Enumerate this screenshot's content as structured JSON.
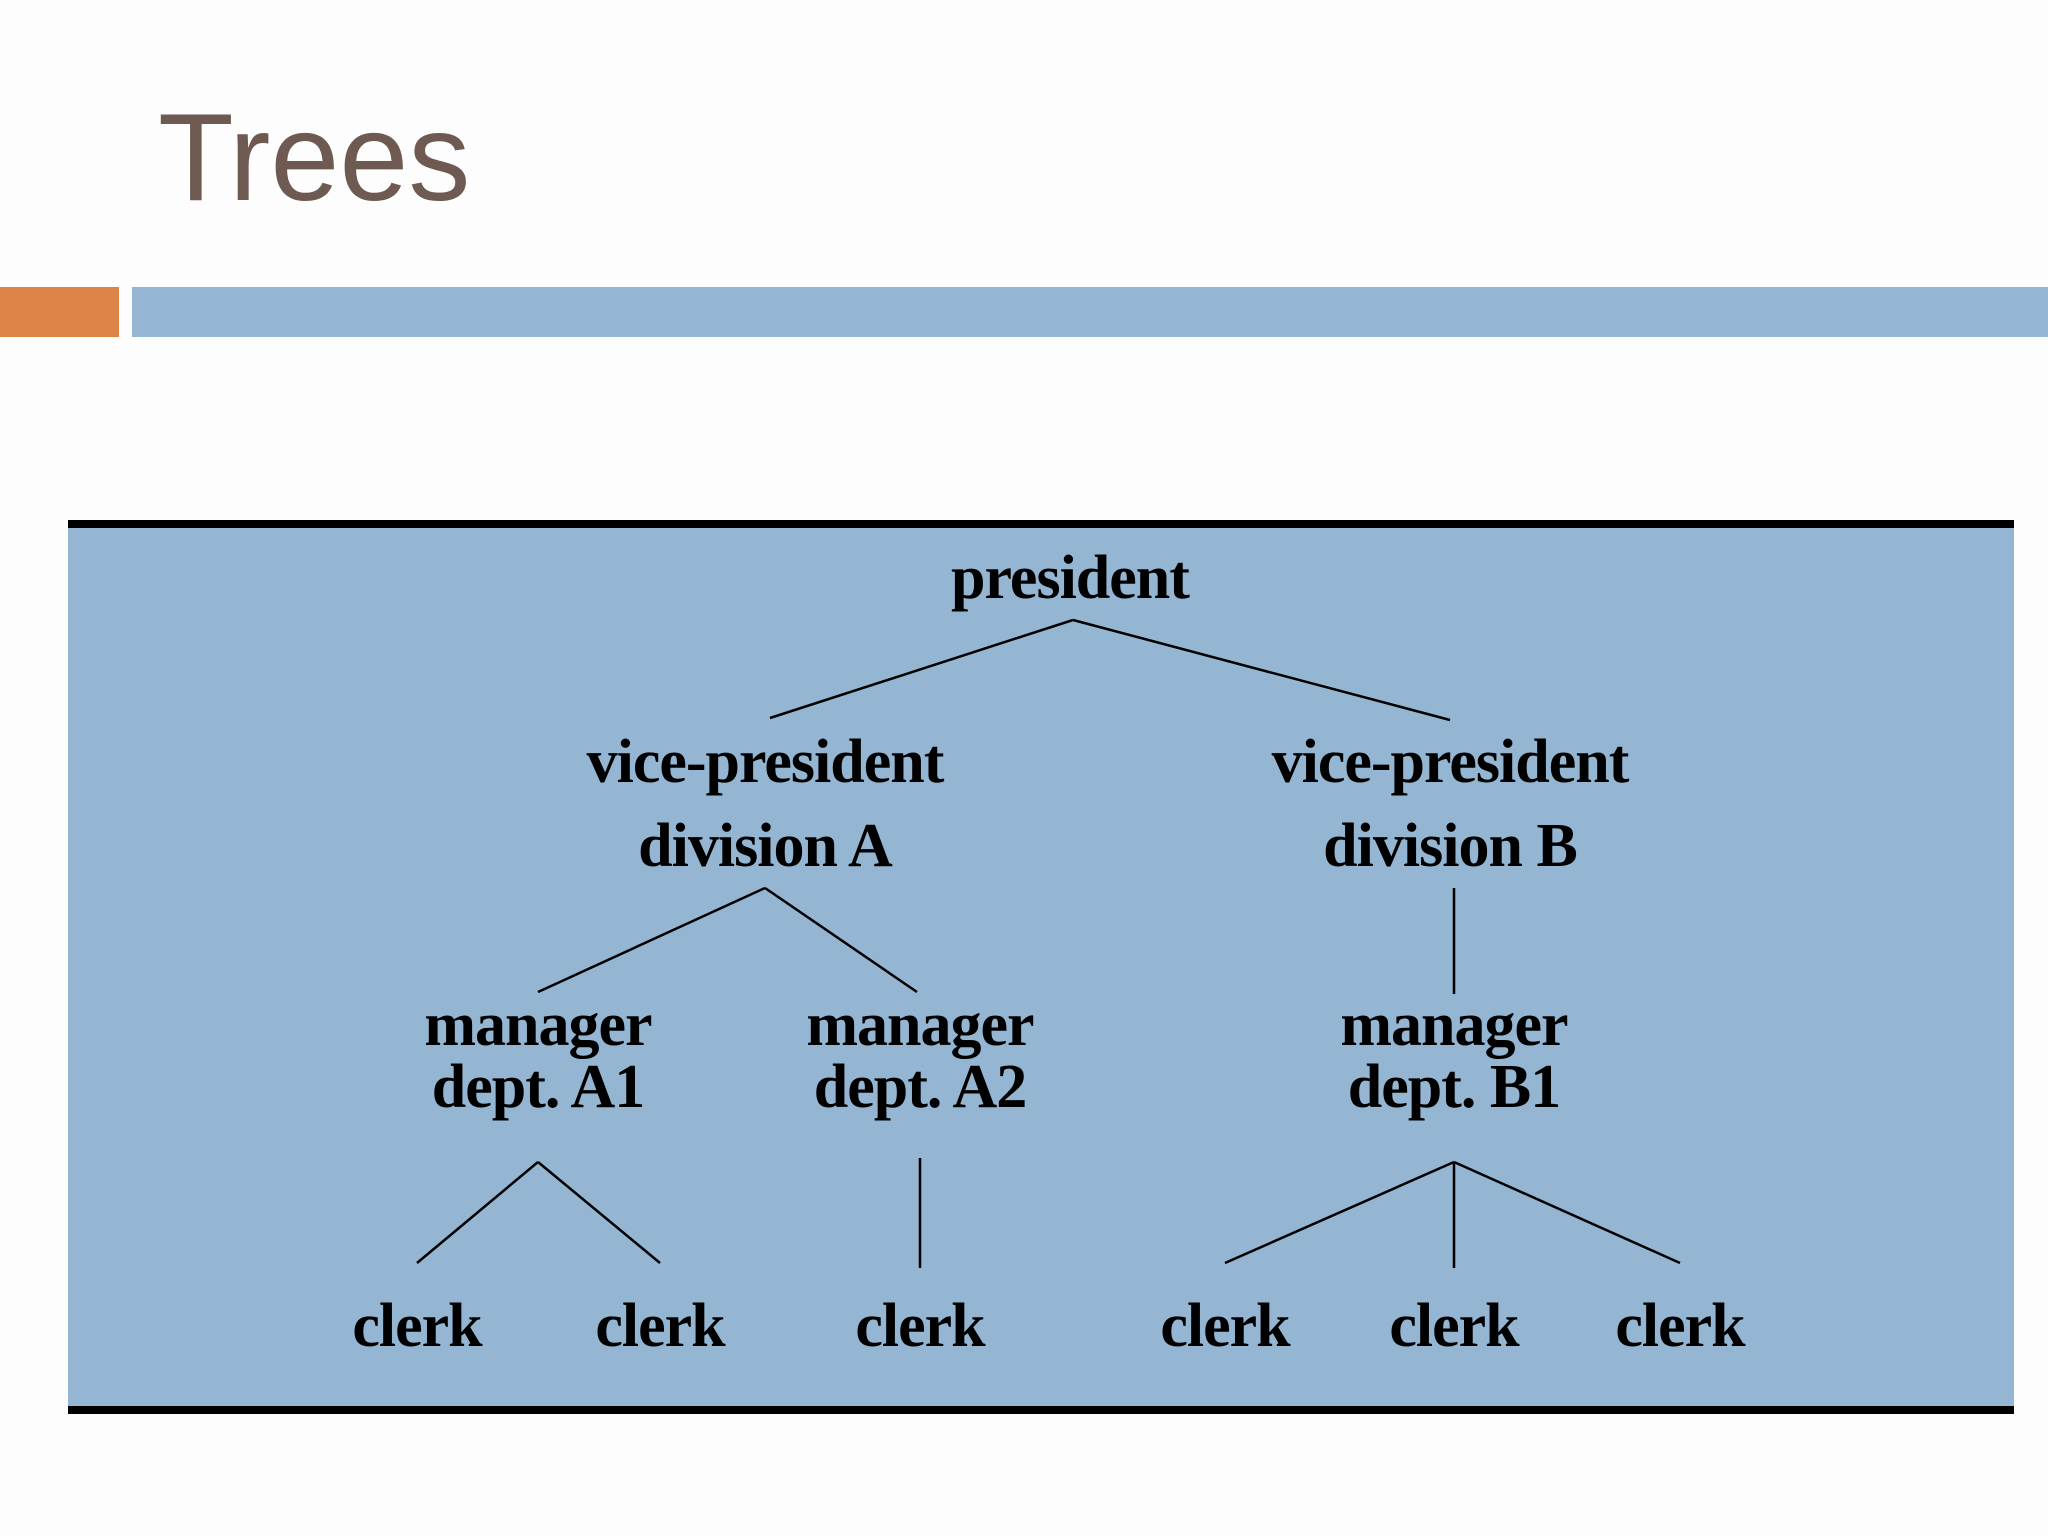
{
  "slide": {
    "title": "Trees"
  },
  "tree": {
    "president": {
      "line1": "president"
    },
    "vp_a": {
      "line1": "vice-president",
      "line2": "division A"
    },
    "vp_b": {
      "line1": "vice-president",
      "line2": "division B"
    },
    "mgr_a1": {
      "line1": "manager",
      "line2": "dept.  A1"
    },
    "mgr_a2": {
      "line1": "manager",
      "line2": "dept.  A2"
    },
    "mgr_b1": {
      "line1": "manager",
      "line2": "dept.  B1"
    },
    "clerks": [
      "clerk",
      "clerk",
      "clerk",
      "clerk",
      "clerk",
      "clerk"
    ]
  }
}
